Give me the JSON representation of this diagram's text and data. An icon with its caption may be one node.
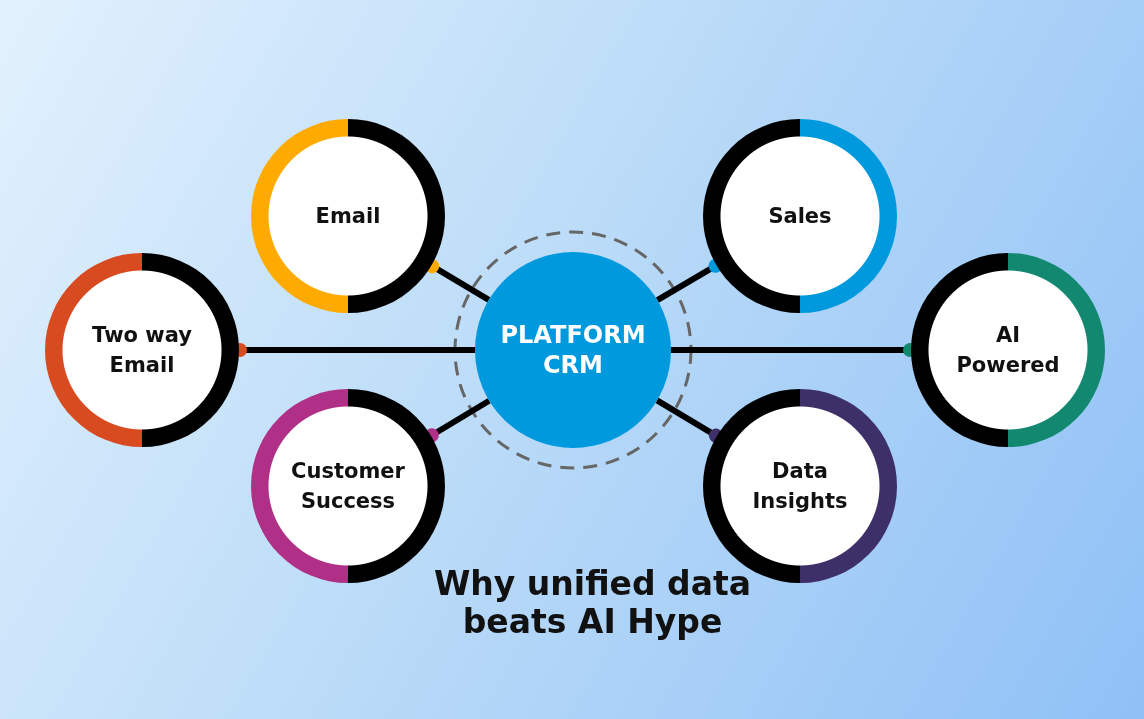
{
  "diagram": {
    "title": "Why unified data beats AI Hype",
    "nodes": [
      {
        "text": [
          "Email"
        ]
      },
      {
        "text": [
          "Sales"
        ]
      },
      {
        "text": [
          "Two way Email"
        ]
      },
      {
        "text": [
          "PLATFORM CRM"
        ]
      },
      {
        "text": [
          "AI Powered"
        ]
      },
      {
        "text": [
          "Customer Success"
        ]
      },
      {
        "text": [
          "Data Insights"
        ]
      }
    ],
    "edges": [
      {
        "from": 3,
        "to": 0,
        "arrow": "other"
      },
      {
        "from": 3,
        "to": 1,
        "arrow": "other"
      },
      {
        "from": 3,
        "to": 2,
        "arrow": "other"
      },
      {
        "from": 3,
        "to": 4,
        "arrow": "other"
      },
      {
        "from": 3,
        "to": 5,
        "arrow": "other"
      },
      {
        "from": 3,
        "to": 6,
        "arrow": "other"
      }
    ]
  }
}
